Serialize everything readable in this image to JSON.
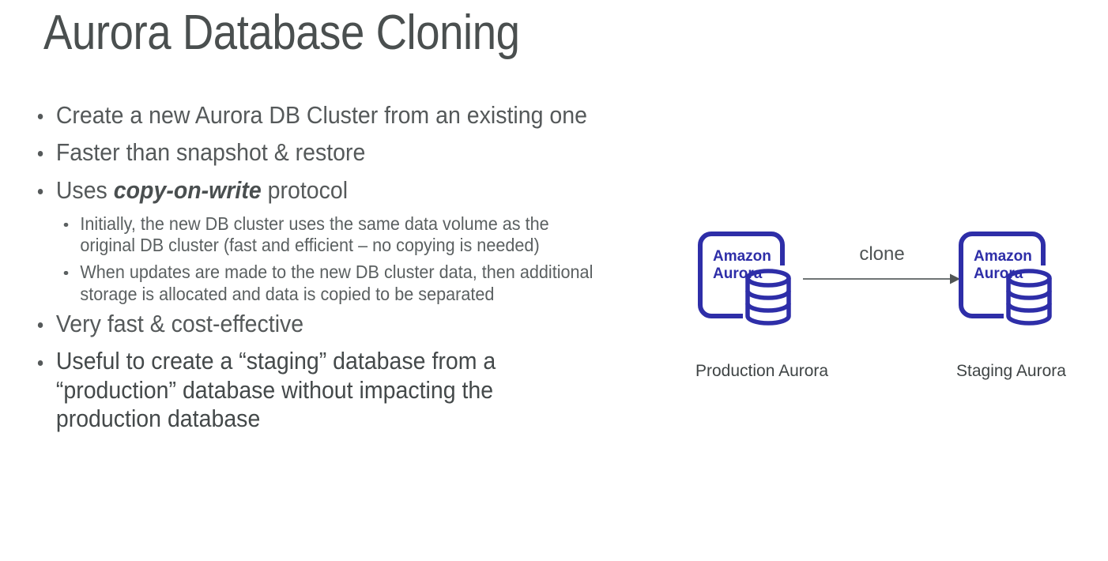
{
  "slide": {
    "title": "Aurora Database Cloning",
    "colors": {
      "title_text": "#4a4f4f",
      "body_text": "#55595a",
      "emphasis_text": "#44494a",
      "aurora_blue": "#2e2ea8",
      "arrow_gray": "#6f7475",
      "background": "#ffffff"
    },
    "bullets": [
      {
        "text": "Create a new Aurora DB Cluster from an existing one",
        "level": 1,
        "emphasis": false
      },
      {
        "text": "Faster than snapshot & restore",
        "level": 1,
        "emphasis": false
      },
      {
        "text_before": "Uses ",
        "text_italic": "copy-on-write",
        "text_after": " protocol",
        "level": 1,
        "emphasis": false,
        "children": [
          {
            "text": "Initially, the new DB cluster uses the same data volume as the original DB cluster (fast and efficient – no copying is needed)",
            "level": 2
          },
          {
            "text": "When updates are made to the new DB cluster data, then additional storage is allocated and data is copied to be separated",
            "level": 2
          }
        ]
      },
      {
        "text": "Very fast & cost-effective",
        "level": 1,
        "emphasis": false
      },
      {
        "text": "Useful to create a “staging” database from a “production” database without impacting the production database",
        "level": 1,
        "emphasis": true
      }
    ]
  },
  "diagram": {
    "source_node": {
      "icon_label_line1": "Amazon",
      "icon_label_line2": "Aurora",
      "caption": "Production Aurora"
    },
    "target_node": {
      "icon_label_line1": "Amazon",
      "icon_label_line2": "Aurora",
      "caption": "Staging Aurora"
    },
    "connector": {
      "label": "clone",
      "direction": "left-to-right"
    }
  }
}
